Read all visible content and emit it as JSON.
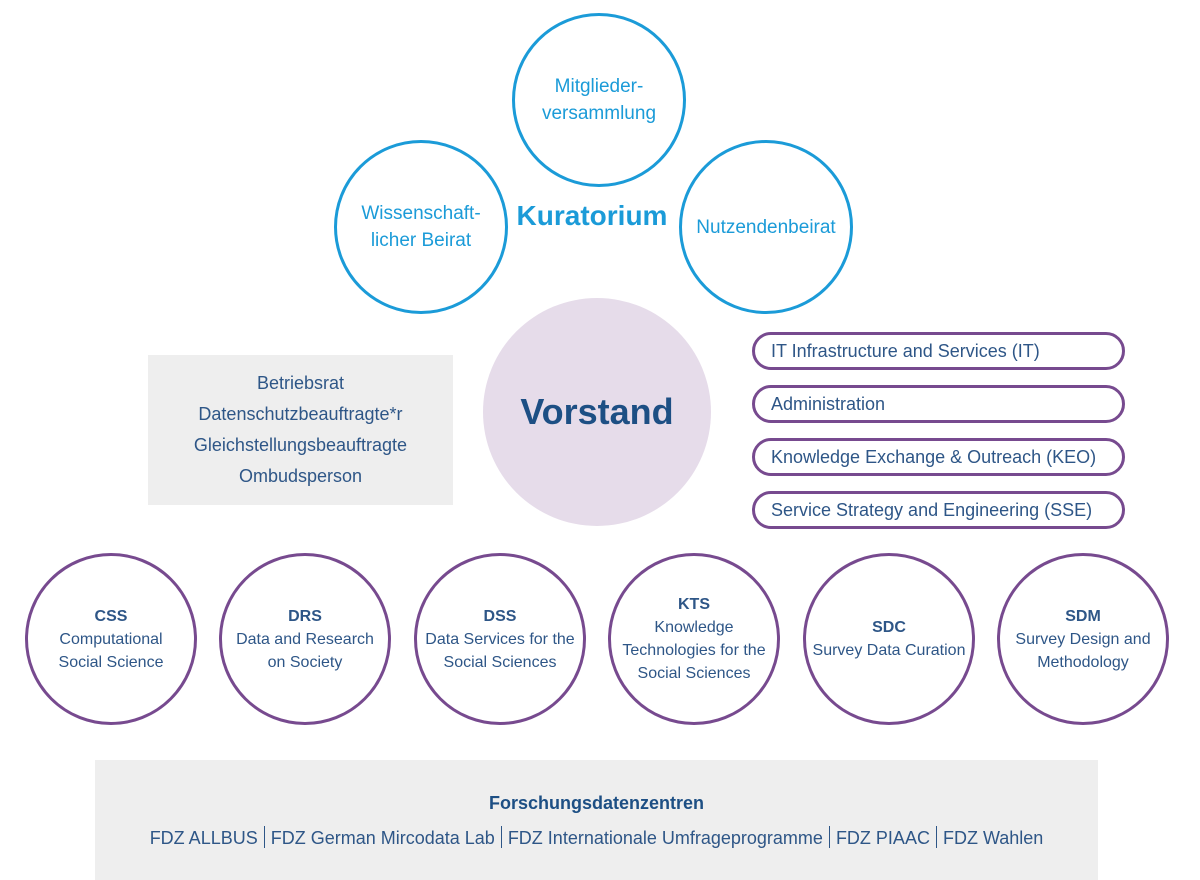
{
  "kuratorium": {
    "title": "Kuratorium",
    "boards": [
      {
        "lines": [
          "Mitglieder-",
          "versammlung"
        ]
      },
      {
        "lines": [
          "Wissenschaft-",
          "licher Beirat"
        ]
      },
      {
        "lines": [
          "Nutzendenbeirat"
        ]
      }
    ]
  },
  "vorstand": {
    "title": "Vorstand"
  },
  "staff_functions": [
    "Betriebsrat",
    "Datenschutzbeauftragte*r",
    "Gleichstellungsbeauftragte",
    "Ombudsperson"
  ],
  "central_units": [
    "IT Infrastructure and Services (IT)",
    "Administration",
    "Knowledge Exchange & Outreach (KEO)",
    "Service Strategy and Engineering (SSE)"
  ],
  "departments": [
    {
      "abbr": "CSS",
      "lines": [
        "Computational",
        "Social Science"
      ]
    },
    {
      "abbr": "DRS",
      "lines": [
        "Data and Research",
        "on Society"
      ]
    },
    {
      "abbr": "DSS",
      "lines": [
        "Data Services for the",
        "Social Sciences"
      ]
    },
    {
      "abbr": "KTS",
      "lines": [
        "Knowledge",
        "Technologies for the",
        "Social Sciences"
      ]
    },
    {
      "abbr": "SDC",
      "lines": [
        "Survey Data Curation"
      ]
    },
    {
      "abbr": "SDM",
      "lines": [
        "Survey Design and",
        "Methodology"
      ]
    }
  ],
  "fdz": {
    "title": "Forschungsdatenzentren",
    "items": [
      "FDZ ALLBUS",
      "FDZ German Mircodata Lab",
      "FDZ Internationale Umfrageprogramme",
      "FDZ PIAAC",
      "FDZ Wahlen"
    ]
  },
  "colors": {
    "board_blue": "#1b9bd8",
    "dept_purple": "#774a8f",
    "vorstand_fill": "#e6dcea",
    "text_navy": "#1d4f84",
    "panel_gray": "#eeeeee"
  }
}
